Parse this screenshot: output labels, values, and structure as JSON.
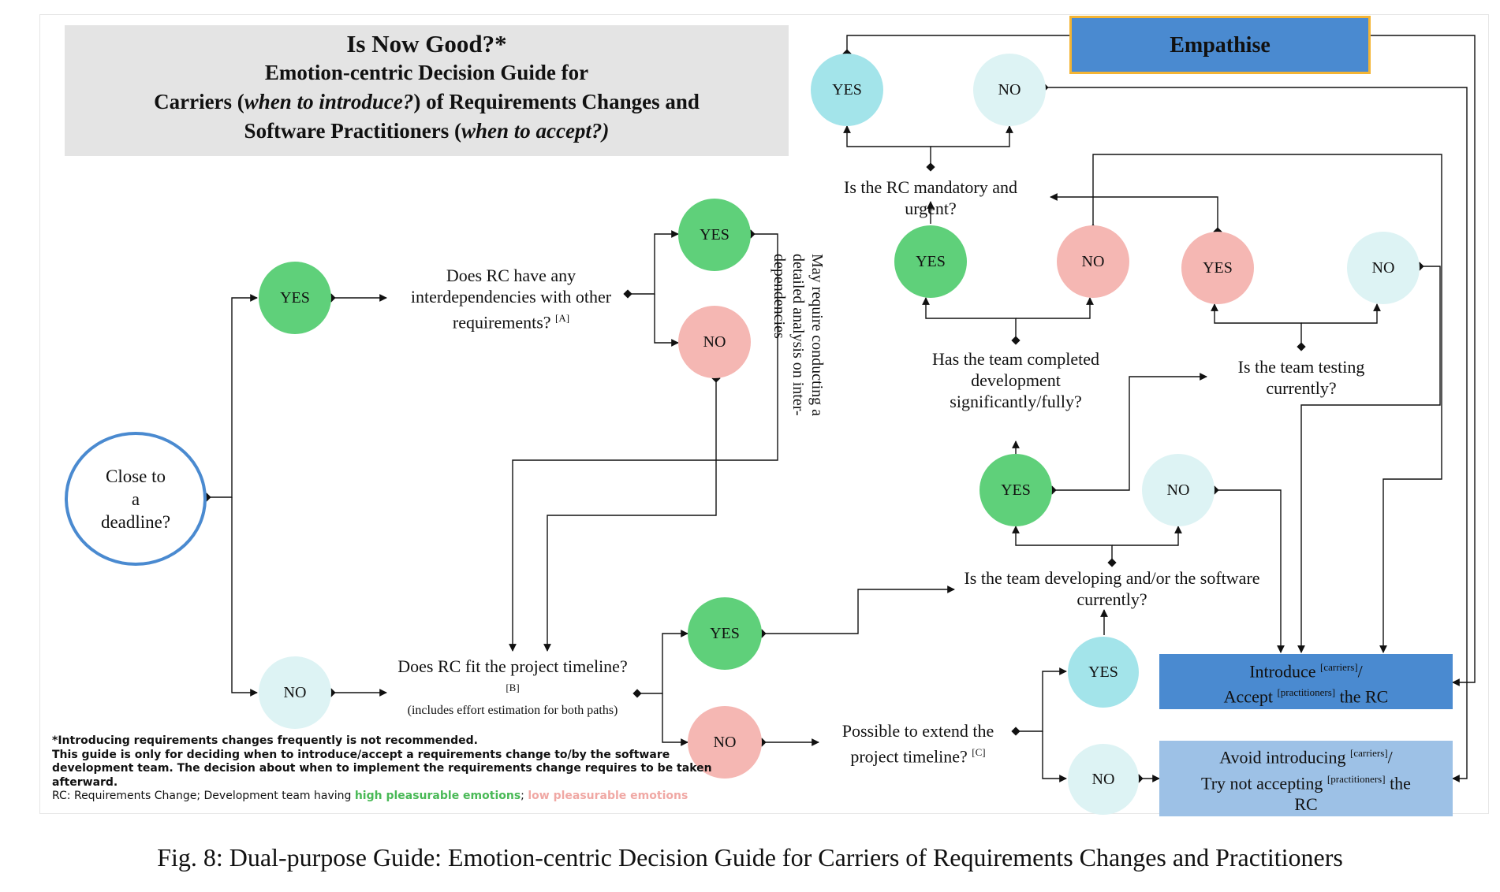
{
  "title": {
    "line1": "Is Now Good?*",
    "line2": "Emotion-centric Decision Guide for",
    "line3_pre": "Carriers (",
    "line3_em": "when to introduce?",
    "line3_post": ") of Requirements Changes and",
    "line4_pre": "Software Practitioners (",
    "line4_em": "when to accept?)",
    "line4_post": ""
  },
  "start": {
    "lines": [
      "Close to",
      "a",
      "deadline?"
    ]
  },
  "questions": {
    "interdependencies": {
      "text": "Does RC have any interdependencies with other requirements?",
      "ref": "[A]"
    },
    "fit_timeline": {
      "text": "Does RC fit the project timeline?",
      "ref": "[B]",
      "note": "(includes effort estimation for both paths)"
    },
    "extend_timeline": {
      "text": "Possible to extend the project timeline?",
      "ref": "[C]"
    },
    "developing": {
      "text": "Is the team developing and/or the software currently?"
    },
    "completed": {
      "text": "Has the team completed development significantly/fully?"
    },
    "testing": {
      "text": "Is the team testing currently?"
    },
    "mandatory": {
      "text": "Is the  RC mandatory and urgent?"
    }
  },
  "side_note": "May require conducting a detailed analysis on inter-dependencies",
  "labels": {
    "yes": "YES",
    "no": "NO"
  },
  "empathise": "Empathise",
  "outcomes": {
    "introduce": {
      "w1": "Introduce",
      "s1": "[carriers]",
      "sep": "/",
      "w2": "Accept",
      "s2": "[practitioners]",
      "tail": "the RC"
    },
    "avoid": {
      "w1": "Avoid introducing",
      "s1": "[carriers]",
      "sep": "/",
      "w2": "Try not accepting",
      "s2": "[practitioners]",
      "tail": "the",
      "tail2": "RC"
    }
  },
  "notes": {
    "line1": "*Introducing requirements changes frequently is not recommended.",
    "line2": "This guide is only for deciding when to introduce/accept a requirements change to/by the software development team. The decision about when to implement the requirements change requires to be taken afterward.",
    "legend_prefix": "RC: Requirements Change; Development team having ",
    "legend_high": "high pleasurable emotions",
    "legend_sep": "; ",
    "legend_low": "low pleasurable emotions"
  },
  "caption": "Fig. 8: Dual-purpose Guide: Emotion-centric Decision Guide for Carriers of Requirements Changes and Practitioners",
  "colors": {
    "high_pleasure": "#5fd07a",
    "low_pleasure": "#f5b7b3",
    "neutral_cyan": "#a3e4ea",
    "neutral_light": "#ddf3f4",
    "accent_blue": "#4a8ad0",
    "empathise_border": "#f4b433",
    "avoid_blue": "#9dc1e6"
  }
}
